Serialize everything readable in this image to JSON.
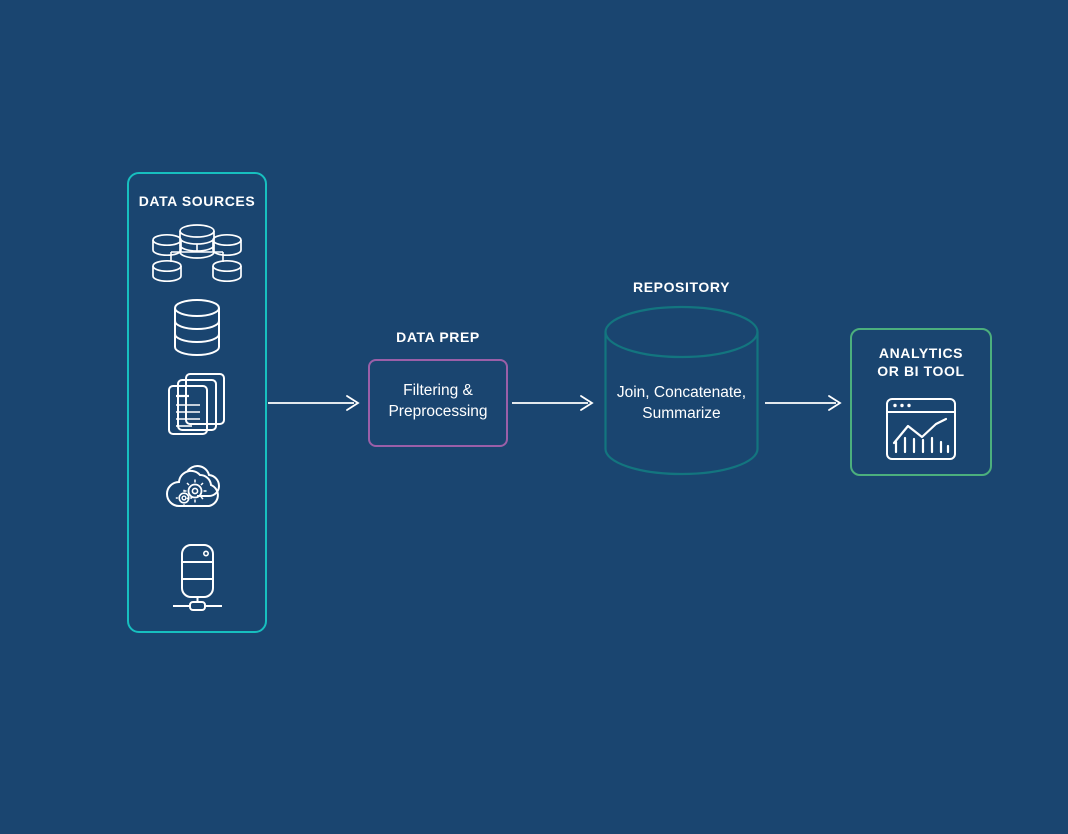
{
  "diagram": {
    "background_color": "#1a4570",
    "title": "Data pipeline flow diagram",
    "stages": {
      "data_sources": {
        "label": "DATA SOURCES",
        "accent_color": "#17bfbf",
        "icons": [
          {
            "name": "database-cluster-icon",
            "label": "Database cluster"
          },
          {
            "name": "database-icon",
            "label": "Database"
          },
          {
            "name": "documents-icon",
            "label": "Documents / files"
          },
          {
            "name": "cloud-gears-icon",
            "label": "Cloud services"
          },
          {
            "name": "server-network-icon",
            "label": "Server"
          }
        ]
      },
      "data_prep": {
        "label": "DATA PREP",
        "body": "Filtering &\nPreprocessing",
        "accent_color": "#9b5fa8"
      },
      "repository": {
        "label": "REPOSITORY",
        "body": "Join, Concatenate,\nSummarize",
        "accent_color": "#13757f"
      },
      "analytics": {
        "label": "ANALYTICS\nOR BI TOOL",
        "accent_color": "#4caf7d",
        "icon": {
          "name": "chart-dashboard-icon",
          "label": "Analytics dashboard"
        }
      }
    },
    "connectors": [
      {
        "name": "arrow-sources-to-prep",
        "from": "data_sources",
        "to": "data_prep",
        "color": "#ffffff"
      },
      {
        "name": "arrow-prep-to-repository",
        "from": "data_prep",
        "to": "repository",
        "color": "#ffffff"
      },
      {
        "name": "arrow-repository-to-analytics",
        "from": "repository",
        "to": "analytics",
        "color": "#ffffff"
      }
    ]
  }
}
